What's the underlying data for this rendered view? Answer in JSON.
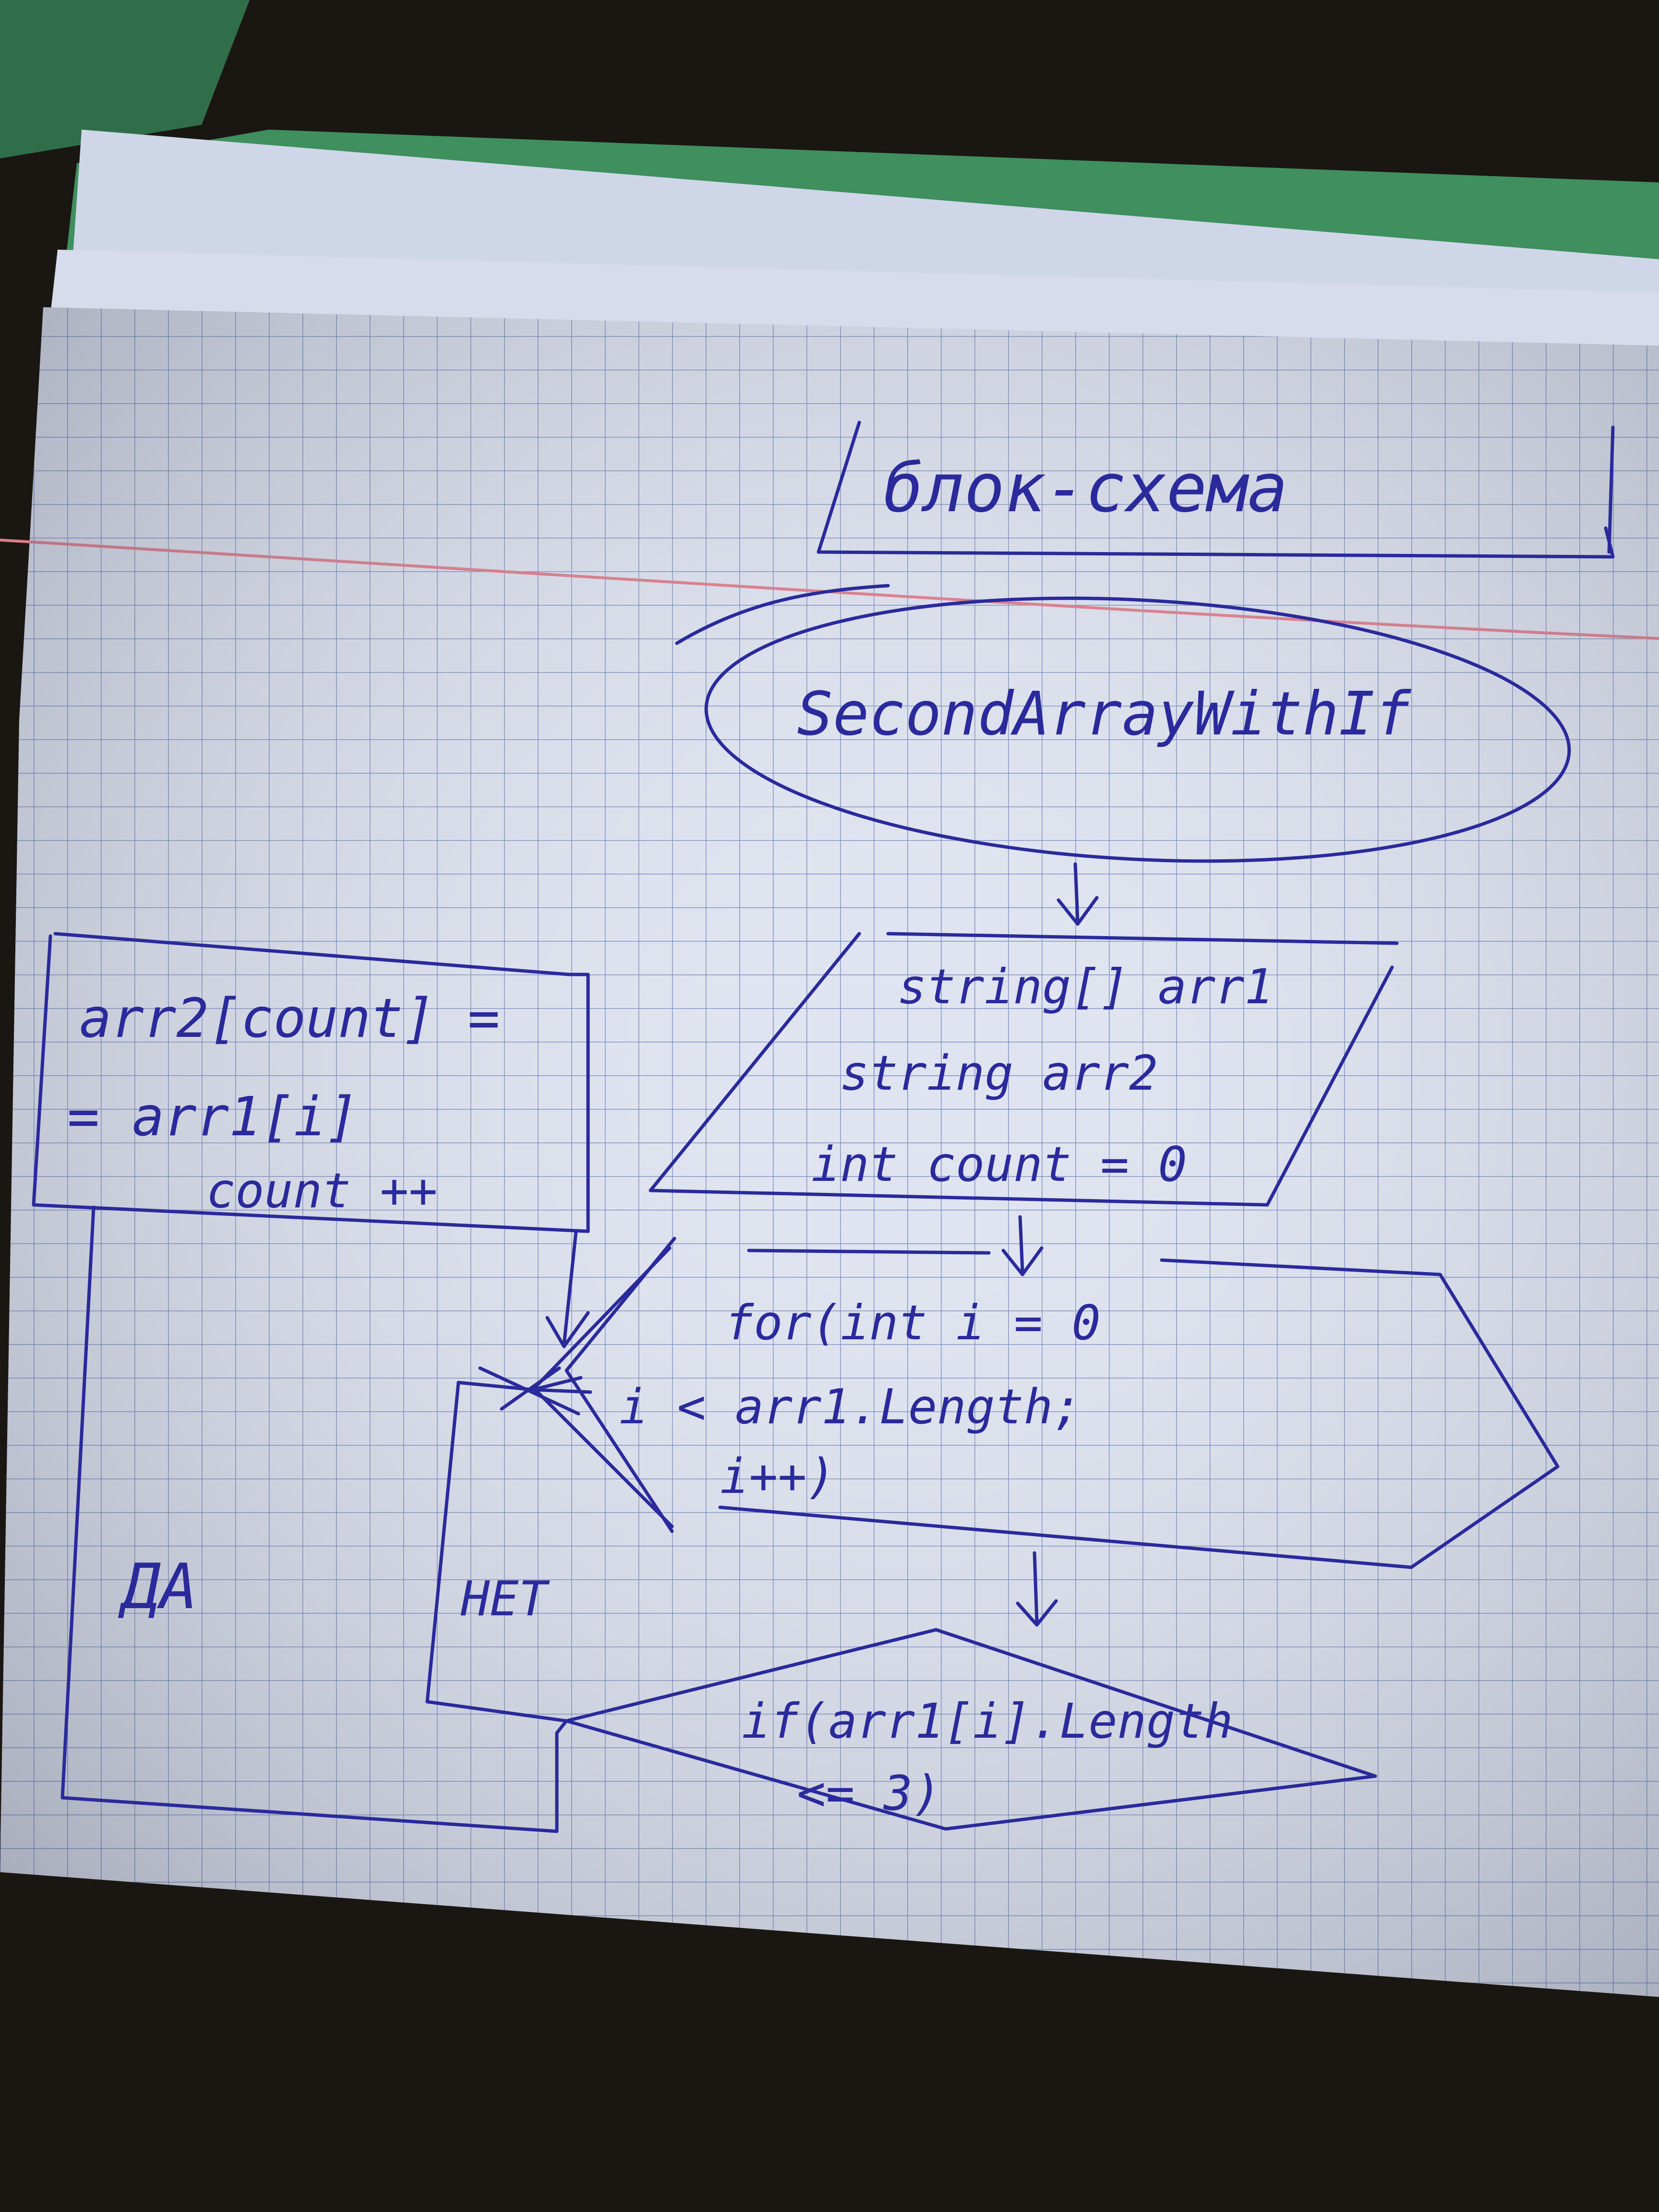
{
  "title": "блок-схема",
  "start": {
    "label": "SecondArrayWithIf"
  },
  "declarations": {
    "lines": [
      "string[] arr1",
      "string arr2",
      "int count = 0"
    ]
  },
  "loop": {
    "lines": [
      "for(int i = 0",
      "i < arr1.Length;",
      "i++)"
    ]
  },
  "condition": {
    "lines": [
      "if(arr1[i].Length",
      "<= 3)"
    ]
  },
  "assign": {
    "lines": [
      "arr2[count] =",
      "= arr1[i]",
      "count ++"
    ]
  },
  "branch_yes": "ДА",
  "branch_no": "НЕТ",
  "colors": {
    "ink": "#2a2a9c",
    "paper": "#dfe4f0",
    "grid": "#7d8ec4",
    "margin_line": "#e07a8a",
    "green_folder": "#3f8f5f",
    "table": "#1a1612"
  }
}
